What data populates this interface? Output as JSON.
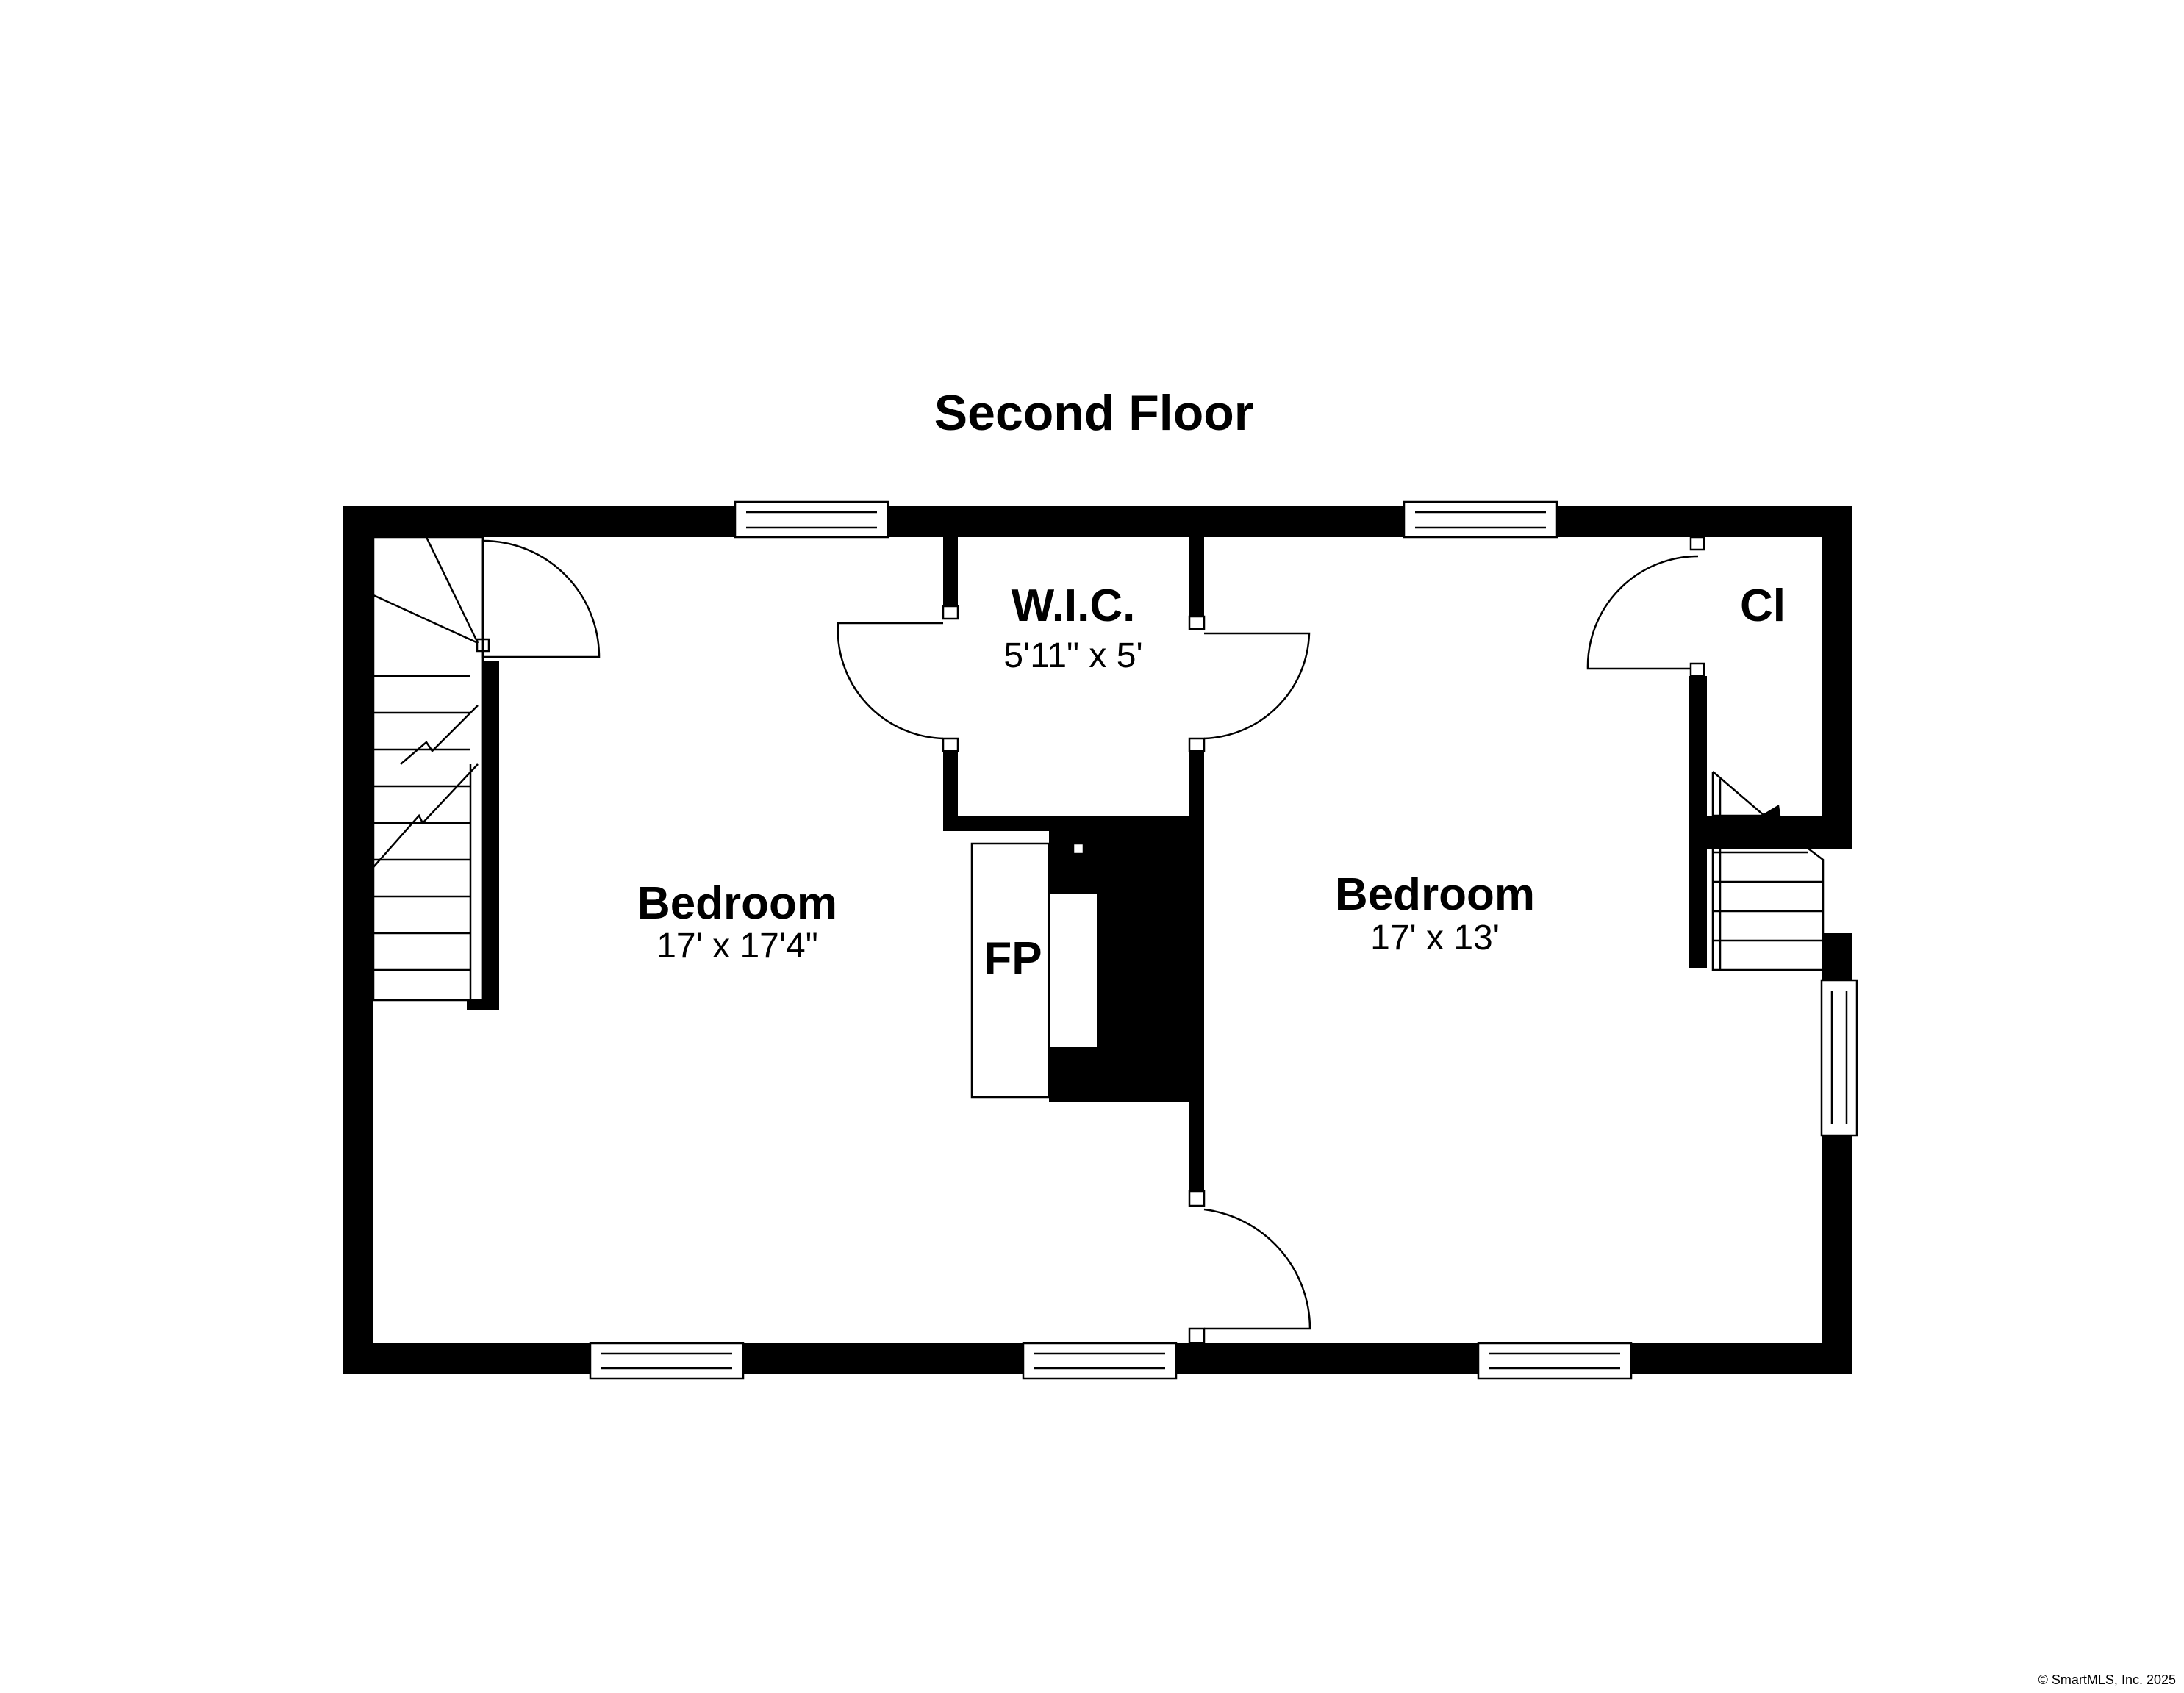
{
  "title": "Second Floor",
  "rooms": [
    {
      "name": "W.I.C.",
      "dimensions": "5'11\" x 5'"
    },
    {
      "name": "Cl",
      "dimensions": ""
    },
    {
      "name": "Bedroom",
      "dimensions": "17' x 17'4\""
    },
    {
      "name": "Bedroom",
      "dimensions": "17' x 13'"
    },
    {
      "name": "FP",
      "dimensions": ""
    }
  ],
  "copyright": "© SmartMLS, Inc. 2025",
  "colors": {
    "wall": "#000000",
    "background": "#ffffff"
  }
}
